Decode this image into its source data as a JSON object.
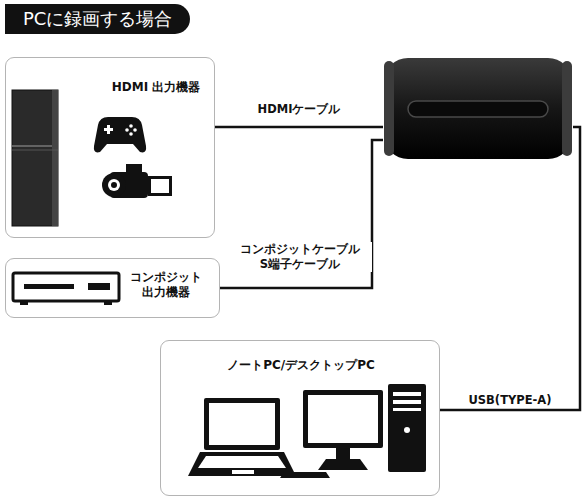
{
  "diagram": {
    "title": "PCに録画する場合",
    "nodes": [
      {
        "text": [
          "HDMI 出力機器"
        ]
      },
      {
        "text": [
          "コンポジット 出力機器"
        ]
      },
      {
        "text": []
      },
      {
        "text": [
          "ノートPC/デスクトップPC"
        ]
      }
    ],
    "edges": [
      {
        "from": 0,
        "to": 2,
        "label": "HDMIケーブル",
        "arrow": "none"
      },
      {
        "from": 1,
        "to": 2,
        "label": "コンポジットケーブル S端子ケーブル",
        "arrow": "none"
      },
      {
        "from": 2,
        "to": 3,
        "label": "USB(TYPE-A)",
        "arrow": "none"
      }
    ]
  }
}
